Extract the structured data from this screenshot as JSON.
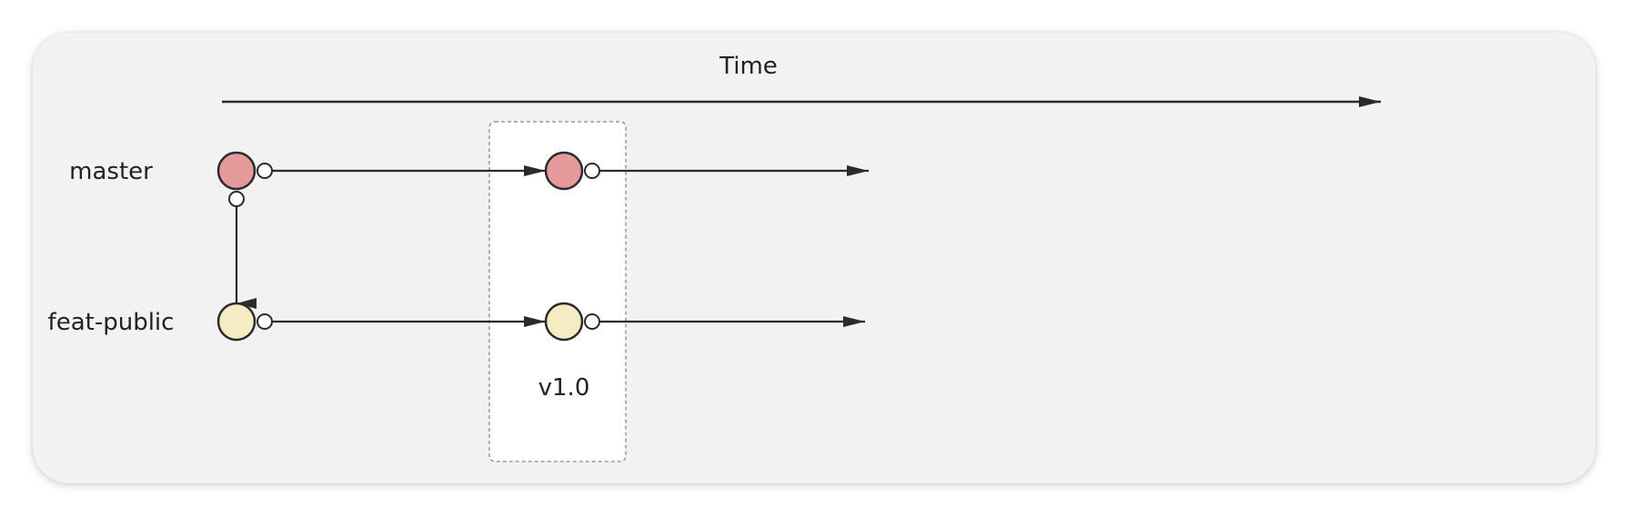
{
  "timeline": {
    "label": "Time"
  },
  "branches": [
    {
      "name": "master",
      "commit_fill": "#e6999b"
    },
    {
      "name": "feat-public",
      "commit_fill": "#f5ecc4"
    }
  ],
  "release": {
    "label": "v1.0"
  },
  "colors": {
    "line": "#2b2b2b",
    "card": "#f2f2f2",
    "release_box_fill": "#ffffff",
    "release_box_stroke": "#888888"
  }
}
